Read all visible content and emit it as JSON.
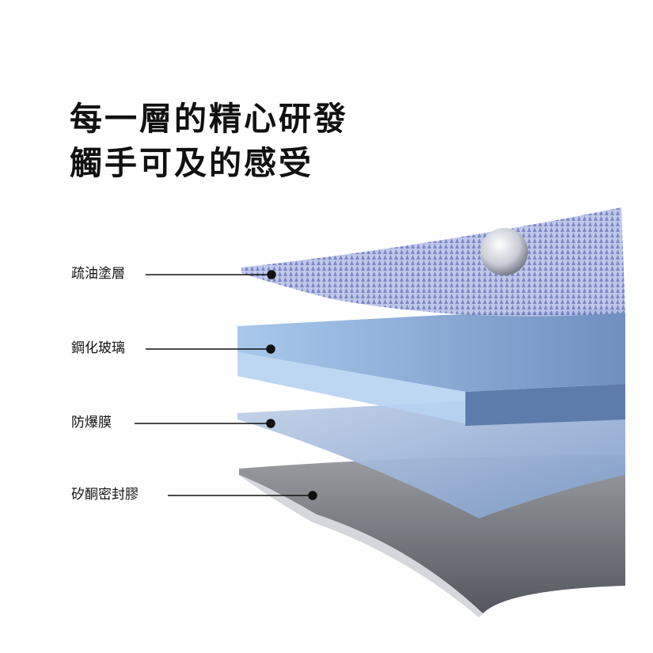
{
  "title": {
    "line1": "每一層的精心研發",
    "line2": "觸手可及的感受"
  },
  "layers": [
    {
      "label": "疏油塗層"
    },
    {
      "label": "鋼化玻璃"
    },
    {
      "label": "防爆膜"
    },
    {
      "label": "矽酮密封膠"
    }
  ],
  "colors": {
    "glass": "#8fb3dc",
    "coating": "#9aa6d8",
    "film": "#a9bfe0",
    "sealant": "#6b6d74"
  }
}
